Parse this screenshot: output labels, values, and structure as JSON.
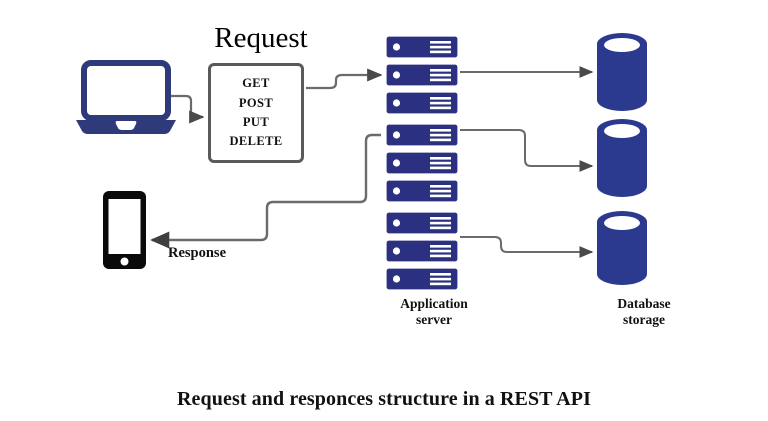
{
  "figure": {
    "caption": "Request and responces structure in a REST API",
    "background_color": "#ffffff"
  },
  "colors": {
    "server_fill": "#2b3180",
    "server_stroke": "#1a1f5c",
    "database_fill": "#2b3a8f",
    "laptop_stroke": "#2f3a7a",
    "phone_fill": "#0a0a0a",
    "connector": "#6b6b6b",
    "arrow": "#4a4a4a",
    "box_border": "#5a5a5a",
    "text": "#111111"
  },
  "request": {
    "title": "Request",
    "methods": [
      "GET",
      "POST",
      "PUT",
      "DELETE"
    ]
  },
  "response": {
    "label": "Response"
  },
  "labels": {
    "application_server_line1": "Application",
    "application_server_line2": "server",
    "database_line1": "Database",
    "database_line2": "storage"
  },
  "nodes": {
    "client_laptop": "laptop",
    "client_phone": "smartphone",
    "server_groups": [
      {
        "name": "server-group-1",
        "units": 3
      },
      {
        "name": "server-group-2",
        "units": 3
      },
      {
        "name": "server-group-3",
        "units": 3
      }
    ],
    "databases": [
      {
        "name": "database-1"
      },
      {
        "name": "database-2"
      },
      {
        "name": "database-3"
      }
    ]
  },
  "connections": [
    {
      "from": "laptop",
      "to": "request-box",
      "kind": "request-arrow"
    },
    {
      "from": "request-box",
      "to": "server-group-1",
      "kind": "request-arrow"
    },
    {
      "from": "server-group-1",
      "to": "database-1",
      "kind": "query-arrow"
    },
    {
      "from": "server-group-2",
      "to": "database-2",
      "kind": "query-arrow"
    },
    {
      "from": "server-group-3",
      "to": "database-3",
      "kind": "query-arrow"
    },
    {
      "from": "server-group-2",
      "to": "phone",
      "kind": "response-arrow"
    }
  ]
}
